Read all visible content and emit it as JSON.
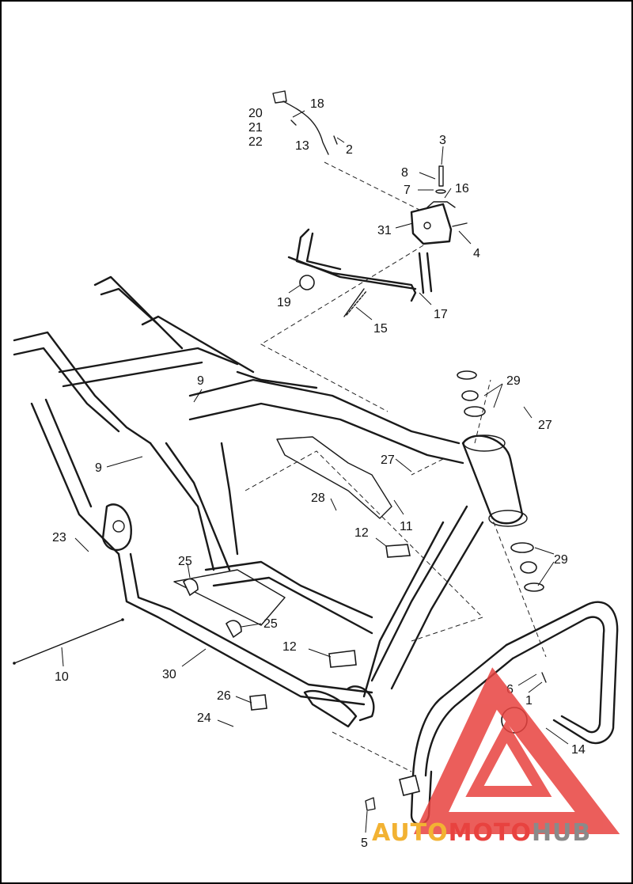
{
  "callouts": [
    "1",
    "2",
    "3",
    "4",
    "5",
    "6",
    "7",
    "8",
    "9",
    "9",
    "10",
    "11",
    "12",
    "12",
    "13",
    "14",
    "15",
    "16",
    "17",
    "18",
    "19",
    "20",
    "21",
    "22",
    "23",
    "24",
    "25",
    "25",
    "26",
    "27",
    "27",
    "28",
    "29",
    "29",
    "30",
    "31"
  ],
  "colors": {
    "line": "#1a1a1a",
    "border": "#000000",
    "watermark_red": "#e8423f",
    "watermark_yellow": "#f2b233",
    "watermark_grey": "#8a8a8a"
  },
  "watermark": {
    "part1": "AUTO",
    "part2": "MOTO",
    "part3": "HUB"
  }
}
